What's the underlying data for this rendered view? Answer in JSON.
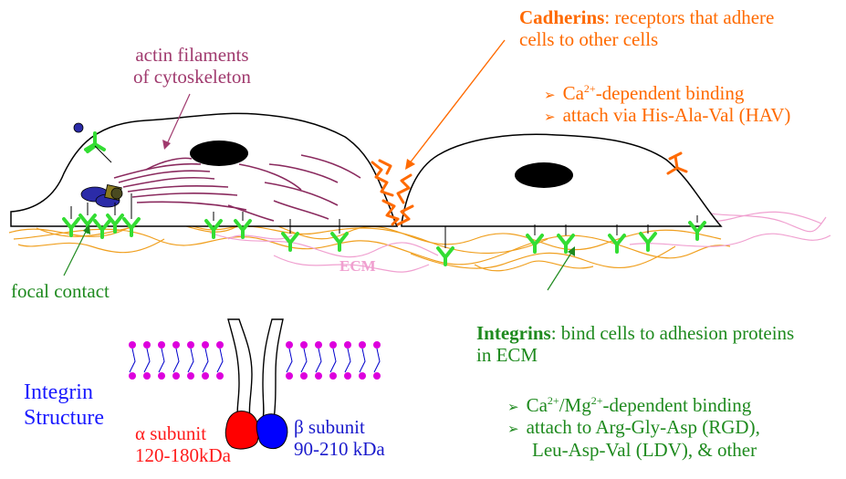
{
  "cadherins": {
    "title": "Cadherins",
    "desc_line1": ": receptors that adhere",
    "desc_line2": "cells to other cells",
    "bullet1_pre": "Ca",
    "bullet1_sup": "2+",
    "bullet1_post": "-dependent binding",
    "bullet2": "attach via His-Ala-Val (HAV)"
  },
  "actin": {
    "line1": "actin filaments",
    "line2": "of cytoskeleton"
  },
  "focal_contact": "focal contact",
  "ecm_label": "ECM",
  "integrins": {
    "title": "Integrins",
    "desc_line1": ": bind cells to adhesion proteins",
    "desc_line2": "in ECM",
    "bullet1_pre": "Ca",
    "bullet1_sup1": "2+",
    "bullet1_mid": "/Mg",
    "bullet1_sup2": "2+",
    "bullet1_post": "-dependent binding",
    "bullet2_line1": "attach to Arg-Gly-Asp (RGD),",
    "bullet2_line2": "Leu-Asp-Val (LDV), & other"
  },
  "integrin_structure": {
    "line1": "Integrin",
    "line2": "Structure"
  },
  "alpha": {
    "label": "α subunit",
    "size": "120-180kDa"
  },
  "beta": {
    "label": "β subunit",
    "size": "90-210 kDa"
  },
  "colors": {
    "cadherin": "#ff6a00",
    "integrin": "#33dd33",
    "actin": "#8a2a5e",
    "ecm_orange": "#f0a020",
    "ecm_pink": "#f0a0d0",
    "alpha_red": "#ff0000",
    "beta_blue": "#0000ff",
    "lipid_head": "#dd00dd",
    "structure_blue": "#1a1aff"
  }
}
